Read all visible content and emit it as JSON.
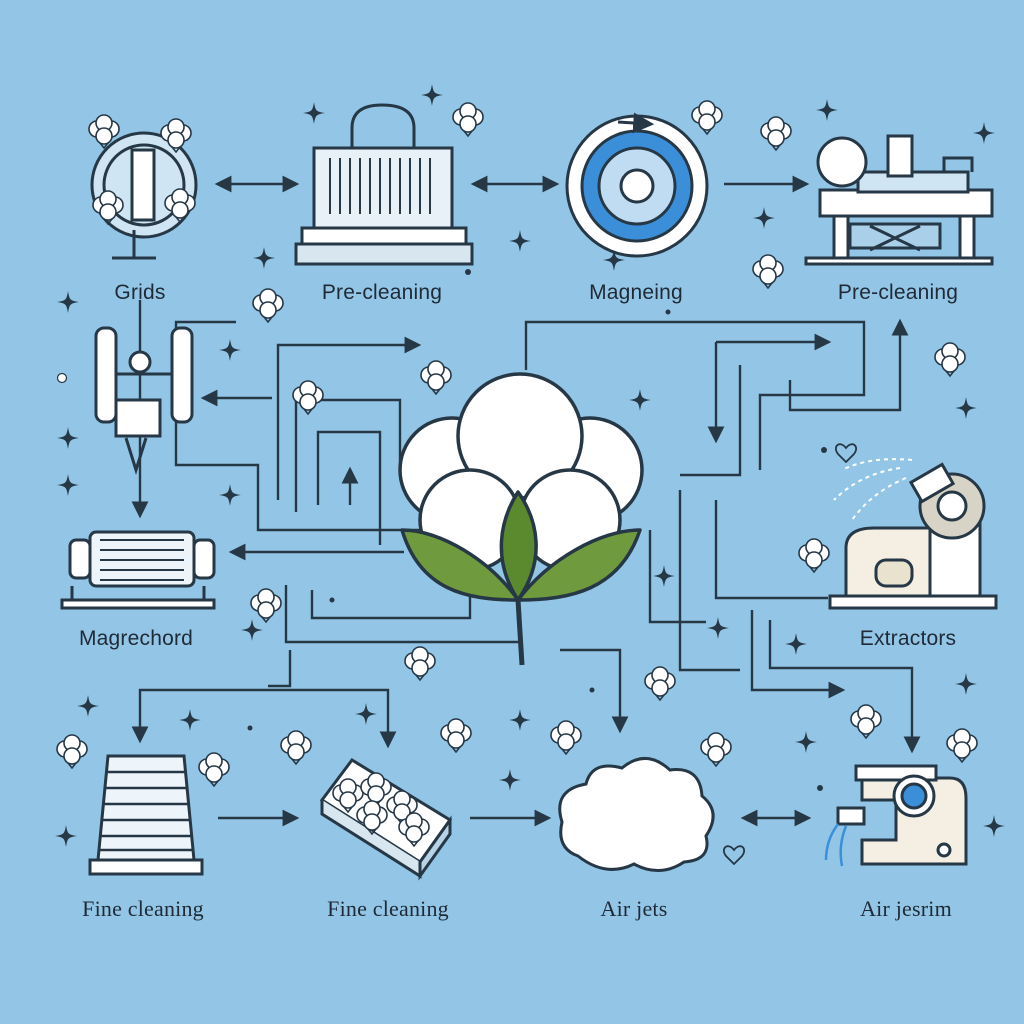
{
  "labels": {
    "grids": "Grids",
    "pre_cleaning_1": "Pre-cleaning",
    "magneing": "Magneing",
    "pre_cleaning_2": "Pre-cleaning",
    "magrechord": "Magrechord",
    "extractors": "Extractors",
    "fine_cleaning_1": "Fine cleaning",
    "fine_cleaning_2": "Fine cleaning",
    "air_jets": "Air jets",
    "air_jesrim": "Air jesrim"
  },
  "icons": [
    "cotton-boll-icon",
    "grid-fan-icon",
    "pre-cleaning-press-icon",
    "magnetic-ring-icon",
    "pre-cleaning-table-icon",
    "separator-machine-icon",
    "magnet-roller-icon",
    "extractor-machine-icon",
    "conveyor-ladder-icon",
    "fine-cleaning-tray-icon",
    "air-cloud-icon",
    "air-jet-machine-icon"
  ],
  "colors": {
    "background": "#93c6e6",
    "outline": "#263746",
    "leaf": "#6f9a3d",
    "accent": "#3b8fd8",
    "fill": "#ffffff"
  }
}
